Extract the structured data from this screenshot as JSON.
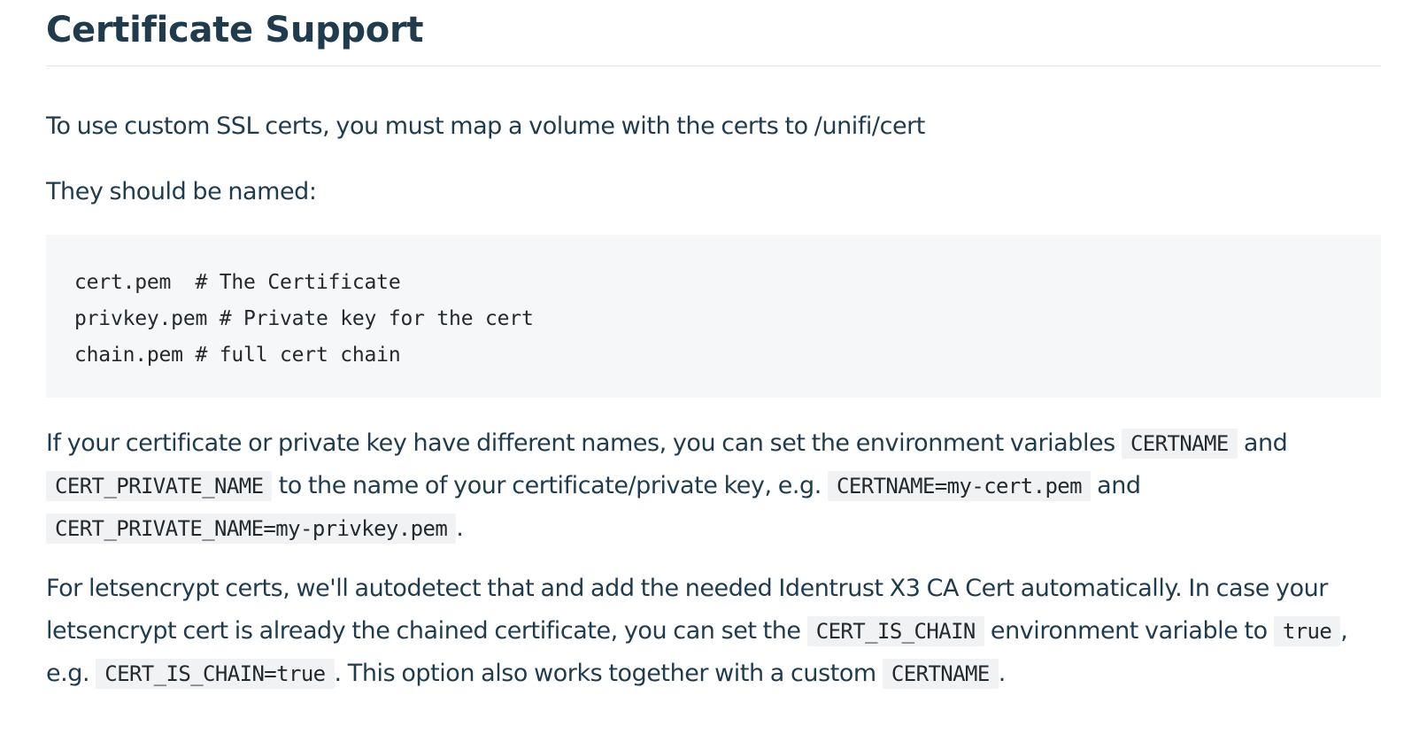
{
  "title": "Certificate Support",
  "intro": "To use custom SSL certs, you must map a volume with the certs to /unifi/cert",
  "naming_lead": "They should be named:",
  "code_lines": [
    "cert.pem  # The Certificate",
    "privkey.pem # Private key for the cert",
    "chain.pem # full cert chain"
  ],
  "para3": {
    "t1": "If your certificate or private key have different names, you can set the environment variables ",
    "c1": "CERTNAME",
    "t2": " and",
    "c2": "CERT_PRIVATE_NAME",
    "t3": " to the name of your certificate/private key, e.g. ",
    "c3": "CERTNAME=my-cert.pem",
    "t4": " and",
    "c4": "CERT_PRIVATE_NAME=my-privkey.pem",
    "t5": "."
  },
  "para4": {
    "t1": "For letsencrypt certs, we'll autodetect that and add the needed Identrust X3 CA Cert automatically. In case your",
    "t2": "letsencrypt cert is already the chained certificate, you can set the ",
    "c1": "CERT_IS_CHAIN",
    "t3": " environment variable to ",
    "c2": "true",
    "t4": ",",
    "t5": "e.g. ",
    "c3": "CERT_IS_CHAIN=true",
    "t6": ". This option also works together with a custom ",
    "c4": "CERTNAME",
    "t7": "."
  }
}
